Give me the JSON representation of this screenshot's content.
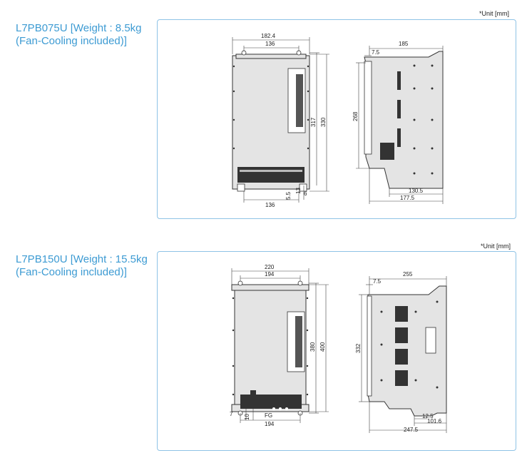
{
  "sections": [
    {
      "title_line1": "L7PB075U [Weight : 8.5kg",
      "title_line2": "(Fan-Cooling included)]",
      "unit": "*Unit [mm]",
      "front_dims": {
        "overall_width": "182.4",
        "mount_width": "136",
        "mount_height": "317",
        "overall_height": "330",
        "bottom_width": "136",
        "dim_a": "13",
        "dim_b": "5.5",
        "dim_c": "6"
      },
      "side_dims": {
        "depth": "185",
        "offset": "7.5",
        "height": "268",
        "depth_a": "130.5",
        "depth_b": "177.5"
      }
    },
    {
      "title_line1": "L7PB150U [Weight : 15.5kg",
      "title_line2": "(Fan-Cooling included)]",
      "unit": "*Unit [mm]",
      "front_dims": {
        "overall_width": "220",
        "mount_width": "194",
        "mount_height": "380",
        "overall_height": "400",
        "bottom_width": "194",
        "dim_a": "7",
        "dim_b": "10",
        "fg_label": "FG"
      },
      "side_dims": {
        "depth": "255",
        "offset": "7.5",
        "height": "332",
        "depth_a": "12.5",
        "depth_b": "101.6",
        "depth_c": "247.5"
      }
    }
  ]
}
